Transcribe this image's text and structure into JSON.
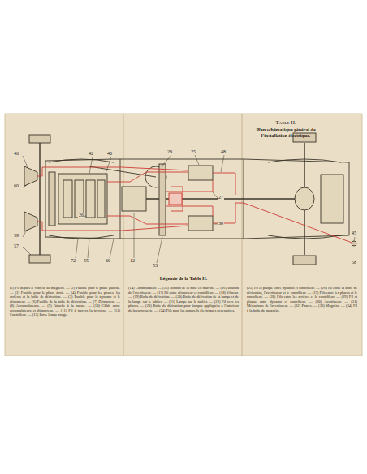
{
  "diagram": {
    "title": "Table II.",
    "labels": [
      "Plan schématique général de l'installation électrique.",
      "Légende de la Table II.",
      "(1) Fil depuis le vibreur au magnéto. — (2) Fusible pour le phare gauche. — (3) Fusible pour le phare droit. — (4) Fusible pour les phares, les arrières et la boîte de dérivation. — (5) Fusible pour la dynamo et le démarreur. — (6) Fusible de la boîte de dérivation. — (7) Démarreur. — (8) Accumulateurs. — (9) Attache à la masse. — (10) Câble entre accumulateurs et démarreur. — (11) Fil à travers la traverse. — (12) Contrôleur. — (13) Porte lampe rouge.",
      "(14) Commutateur. — (15) Bouton de la mise en marche. — (16) Bouton de l'avertisseur. — (17) Fil entre démarreur et contrôleur. — (18) Vibreur. — (19) Boîte de dérivation. — (20) Boîte de dérivation de la lampe et de la lampe sur le tablier. — (21) Lampe sur le tablier. — (22) Fil vers les phares. — (23) Boîte de dérivation pour lampes appliquées à l'intérieur de la carrosserie. — (24) Fils pour les appareils électriques accessoires.",
      "(25) Fil et plaque entre dynamo et contrôleur. — (26) Fil entre la boîte de dérivation, l'avertisseur et le contrôleur. — (27) Fils entre les phares et le contrôleur. — (28) Fils entre les arrières et le contrôleur. — (29) Fil et plaque entre dynamo et contrôleur. — (30) Avertisseur. — (31) Mécanisme de l'avertisseur. — (32) Phares. — (33) Magnéto. — (34) Fil à la boîte de magnéto.",
      "46",
      "60",
      "42",
      "40",
      "29",
      "25",
      "48",
      "59",
      "57",
      "72",
      "55",
      "60",
      "12",
      "53",
      "27",
      "30",
      "26",
      "45",
      "58"
    ]
  }
}
